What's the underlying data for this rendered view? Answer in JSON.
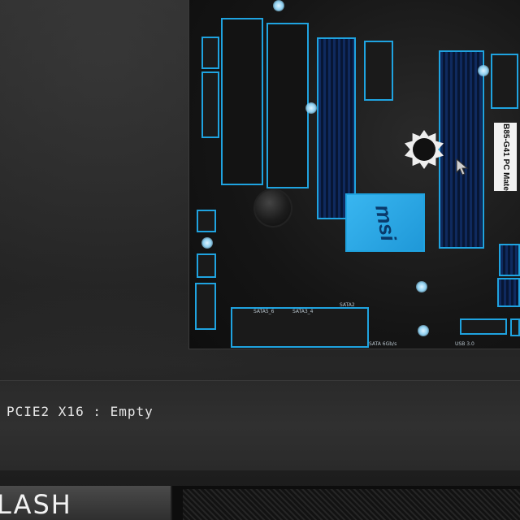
{
  "board": {
    "model_label": "B85-G41 PC Mate",
    "chipset_logo": "msi",
    "sata_label_a": "SATA5_6",
    "sata_label_b": "SATA3_4",
    "sata_label_c": "SATA2",
    "sata_speed_label": "SATA 6Gb/s",
    "usb_label": "USB 3.0",
    "slot_label": "PCIE2 X16"
  },
  "status": {
    "line": "PCIE2 X16 : Empty"
  },
  "bottom_bar": {
    "tab_label": "LASH"
  },
  "colors": {
    "highlight": "#1fa3e0",
    "chipset": "#2aa8e8",
    "background": "#1f1f1f",
    "text": "#e6e6e6"
  },
  "icons": [
    "mouse-cursor-icon",
    "battery-icon",
    "starburst-sticker-icon"
  ]
}
